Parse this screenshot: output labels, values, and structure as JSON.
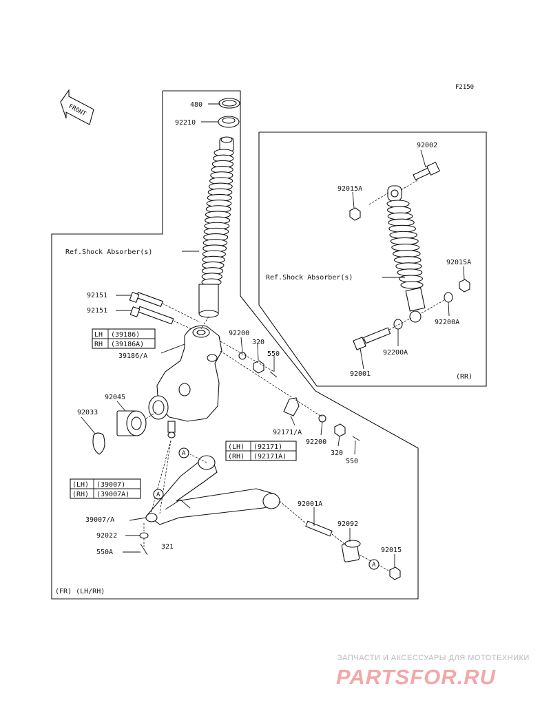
{
  "diagram": {
    "figure_code": "F2150",
    "front_arrow": "FRONT",
    "ref_shock_front": "Ref.Shock Absorber(s)",
    "ref_shock_rear": "Ref.Shock Absorber(s)",
    "front_caption": "(FR) (LH/RH)",
    "rear_caption": "(RR)",
    "parts": {
      "p480": "480",
      "p92210": "92210",
      "p92151a": "92151",
      "p92151b": "92151",
      "p92200": "92200",
      "p320": "320",
      "p550": "550",
      "p39186a": "39186/A",
      "p92045": "92045",
      "p92033": "92033",
      "p92171a": "92171/A",
      "p92200b": "92200",
      "p320b": "320",
      "p550b": "550",
      "p39007a": "39007/A",
      "p92022": "92022",
      "p321": "321",
      "p550a": "550A",
      "p92001a": "92001A",
      "p92092": "92092",
      "p92015": "92015",
      "r92002": "92002",
      "r92015a1": "92015A",
      "r92015a2": "92015A",
      "r92200a1": "92200A",
      "r92200a2": "92200A",
      "r92001": "92001"
    },
    "tables": {
      "knuckle": [
        {
          "side": "LH",
          "code": "(39186)"
        },
        {
          "side": "RH",
          "code": "(39186A)"
        }
      ],
      "bracket": [
        {
          "side": "(LH)",
          "code": "(92171)"
        },
        {
          "side": "(RH)",
          "code": "(92171A)"
        }
      ],
      "arm": [
        {
          "side": "(LH)",
          "code": "(39007)"
        },
        {
          "side": "(RH)",
          "code": "(39007A)"
        }
      ]
    },
    "callout_a": "A"
  },
  "watermark": {
    "tagline": "ЗАПЧАСТИ И АКСЕССУАРЫ ДЛЯ МОТОТЕХНИКИ",
    "logo": "PARTSFOR.RU"
  }
}
